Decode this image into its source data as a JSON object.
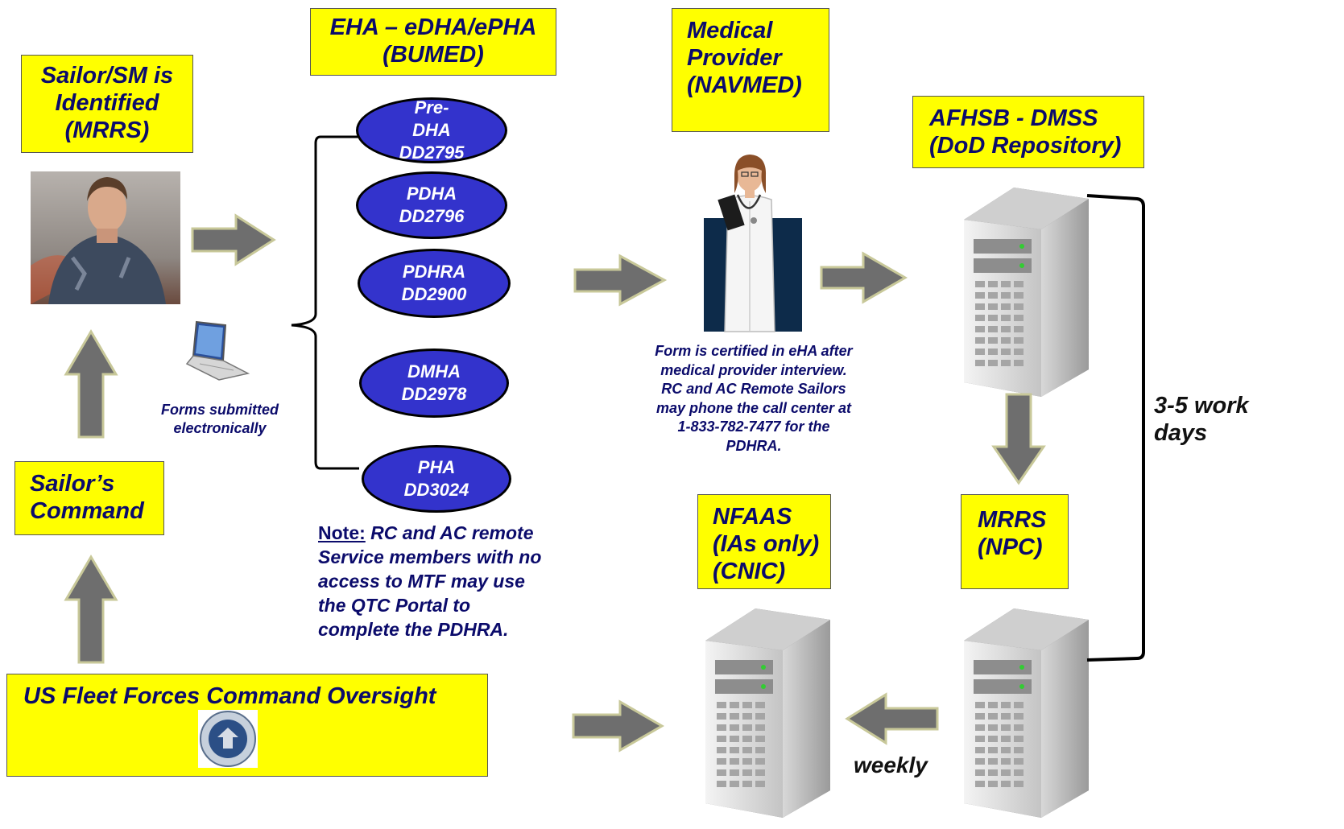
{
  "boxes": {
    "sailor_identified": [
      "Sailor/SM is",
      "Identified",
      "(MRRS)"
    ],
    "eha": [
      "EHA – eDHA/ePHA",
      "(BUMED)"
    ],
    "medical_provider": [
      "Medical",
      "Provider",
      "(NAVMED)"
    ],
    "afhsb": [
      "AFHSB - DMSS",
      "(DoD Repository)"
    ],
    "sailors_command": [
      "Sailor’s",
      "Command"
    ],
    "nfaas": [
      "NFAAS",
      "(IAs only)",
      "(CNIC)"
    ],
    "mrrs_npc": [
      "MRRS",
      "(NPC)"
    ],
    "fleet_forces": "US Fleet Forces Command Oversight"
  },
  "forms": [
    [
      "Pre-",
      "DHA",
      "DD2795"
    ],
    [
      "PDHA",
      "DD2796"
    ],
    [
      "PDHRA",
      "DD2900"
    ],
    [
      "DMHA",
      "DD2978"
    ],
    [
      "PHA",
      "DD3024"
    ]
  ],
  "captions": {
    "forms_submitted": [
      "Forms submitted",
      "electronically"
    ],
    "certified": [
      "Form is certified in eHA after",
      "medical provider interview.",
      "RC and AC Remote Sailors",
      "may phone the call center at",
      "1-833-782-7477 for the",
      "PDHRA."
    ],
    "note_label": "Note:",
    "note_text": [
      "RC and AC remote",
      "Service members with no",
      "access to MTF may use",
      "the QTC Portal to",
      "complete the PDHRA."
    ],
    "work_days": [
      "3-5 work",
      "days"
    ],
    "weekly": "weekly"
  },
  "colors": {
    "box_fill": "#ffff00",
    "text_navy": "#0b0b6b",
    "oval_fill": "#3333cc",
    "arrow_fill": "#6e6e6e",
    "arrow_border": "#c8c899"
  }
}
